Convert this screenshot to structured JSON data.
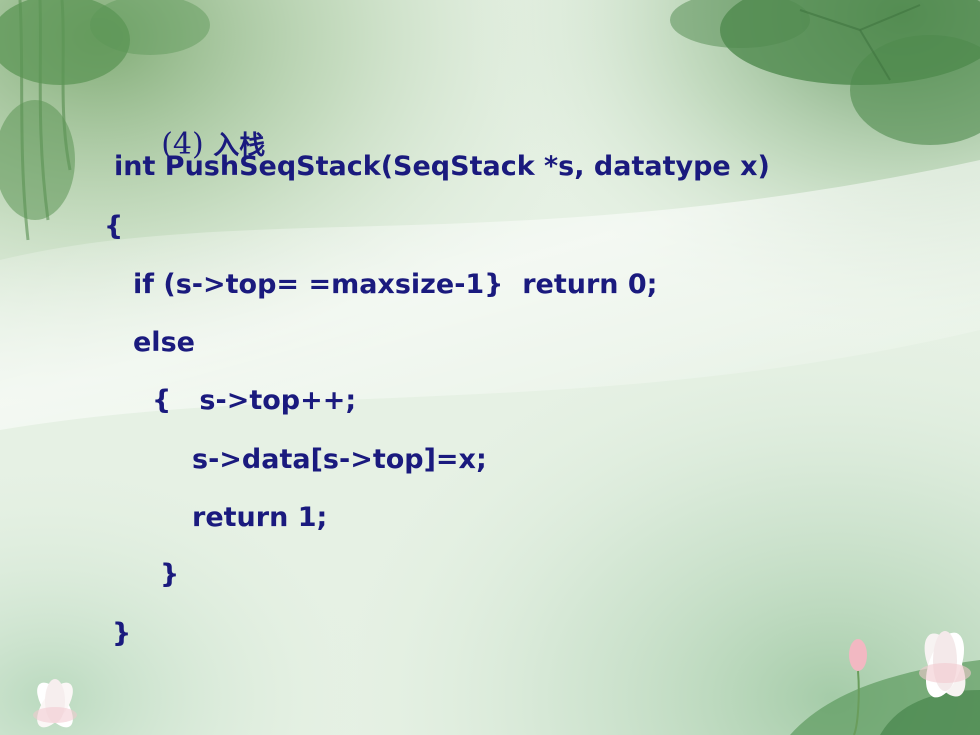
{
  "slide": {
    "heading": {
      "number": "(4)",
      "title": "入栈"
    },
    "code_lines": [
      "int PushSeqStack(SeqStack *s, datatype x)",
      "{",
      "if (s->top= =maxsize-1}  return 0;",
      "else",
      "{   s->top++;",
      "s->data[s->top]=x;",
      "return 1;",
      "}",
      "}"
    ]
  },
  "colors": {
    "text": "#1a1a7e",
    "background": "#e9f3e8",
    "leaf_green": "#5f9a58",
    "lotus_pink": "#f2c9cf"
  }
}
